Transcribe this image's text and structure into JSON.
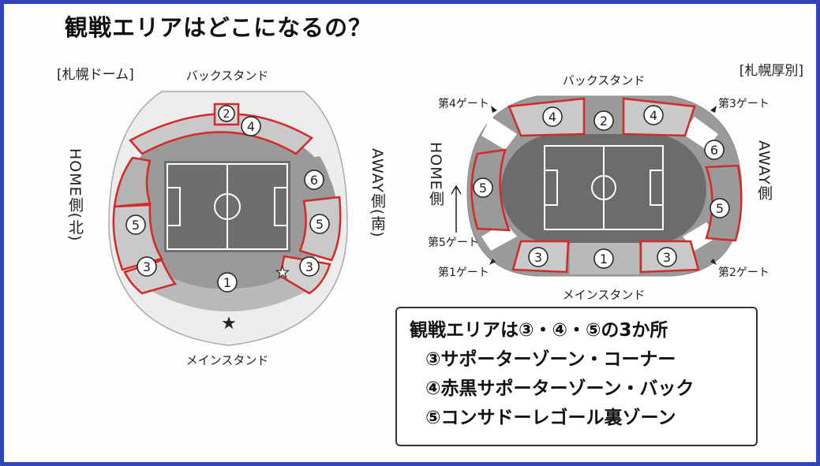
{
  "title": "観戦エリアはどこになるの？",
  "dome": {
    "venue_label": "[札幌ドーム]",
    "top_stand": "バックスタンド",
    "bottom_stand": "メインスタンド",
    "home_side": "HOME側(北)",
    "away_side": "AWAY側(南)",
    "areas": [
      "2",
      "4",
      "6",
      "5",
      "5",
      "3",
      "3",
      "1"
    ]
  },
  "atsubetsu": {
    "venue_label": "[札幌厚別]",
    "top_stand": "バックスタンド",
    "bottom_stand": "メインスタンド",
    "home_side": "HOME側",
    "away_side": "AWAY側",
    "gates": {
      "gate1": "第1ゲート",
      "gate2": "第2ゲート",
      "gate3": "第3ゲート",
      "gate4": "第4ゲート",
      "gate5": "第5ゲート"
    },
    "areas": [
      "4",
      "2",
      "4",
      "5",
      "6",
      "5",
      "3",
      "1",
      "3"
    ]
  },
  "note": {
    "line1": "観戦エリアは③・④・⑤の3か所",
    "line2": "③サポーターゾーン・コーナー",
    "line3": "④赤黒サポーターゾーン・バック",
    "line4": "⑤コンサドーレゴール裏ゾーン"
  },
  "colors": {
    "frame": "#3344bb",
    "highlight": "#d62828",
    "pitch": "#7a7a7a",
    "stand_dark": "#8c8c8c",
    "stand_light": "#c8c8c8"
  }
}
